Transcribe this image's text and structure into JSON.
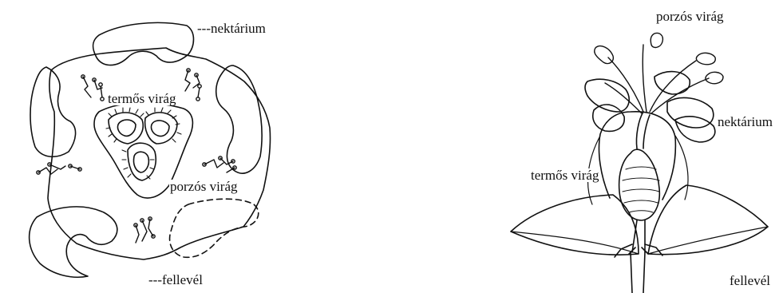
{
  "left_diagram": {
    "labels": {
      "nectary": "---nektárium",
      "pistillate": "termős virág",
      "staminate": "porzós virág",
      "bract": "---fellevél"
    }
  },
  "right_diagram": {
    "labels": {
      "staminate": "porzós virág",
      "nectary": "nektárium",
      "pistillate": "termős virág",
      "bract": "fellevél"
    }
  },
  "colors": {
    "line": "#111111",
    "background": "#ffffff"
  }
}
